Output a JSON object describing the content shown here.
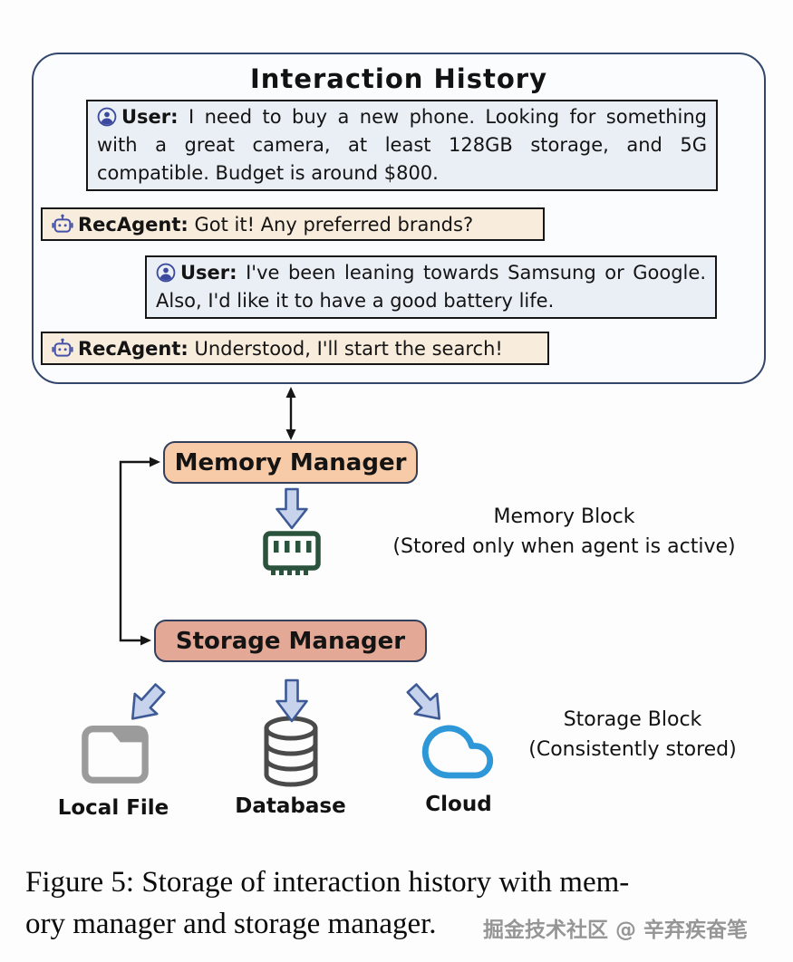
{
  "figure": {
    "interaction_history": {
      "title": "Interaction History",
      "messages": [
        {
          "speaker_label": "User:",
          "text": "I need to buy a new phone. Looking for something with a great camera, at least 128GB storage, and 5G compatible. Budget is around $800."
        },
        {
          "speaker_label": "RecAgent:",
          "text": "Got it! Any preferred brands?"
        },
        {
          "speaker_label": "User:",
          "text": "I've been leaning towards Samsung or Google. Also, I'd like it to have a good battery life."
        },
        {
          "speaker_label": "RecAgent:",
          "text": "Understood, I'll start the search!"
        }
      ]
    },
    "memory_manager_label": "Memory Manager",
    "storage_manager_label": "Storage Manager",
    "memory_block": {
      "title": "Memory Block",
      "subtitle": "(Stored only when agent is active)"
    },
    "storage_block": {
      "title": "Storage Block",
      "subtitle": "(Consistently stored)"
    },
    "storage_targets": [
      {
        "label": "Local File",
        "icon": "folder-icon"
      },
      {
        "label": "Database",
        "icon": "database-icon"
      },
      {
        "label": "Cloud",
        "icon": "cloud-icon"
      }
    ]
  },
  "caption": {
    "line1": "Figure 5: Storage of interaction history with mem-",
    "line2": "ory manager and storage manager."
  },
  "watermark": "掘金技术社区 @ 辛弃疾奋笔",
  "colors": {
    "panel_border": "#33466b",
    "panel_bg": "#fafcfd",
    "user_msg_bg": "#eaeff6",
    "agent_msg_bg": "#f8ecdc",
    "memory_manager_bg": "#f8cba8",
    "storage_manager_bg": "#e3a996",
    "block_arrow_fill": "#c7d2ec",
    "block_arrow_border": "#3d5a96",
    "ram_icon_green": "#2a523c",
    "folder_icon_gray": "#9b9b9b",
    "database_icon_gray": "#4a4a4a",
    "cloud_icon_blue": "#2e97d8",
    "user_icon_navy": "#3b4a9e",
    "robot_icon_blue": "#4553a8",
    "watermark_gray": "#969696"
  }
}
